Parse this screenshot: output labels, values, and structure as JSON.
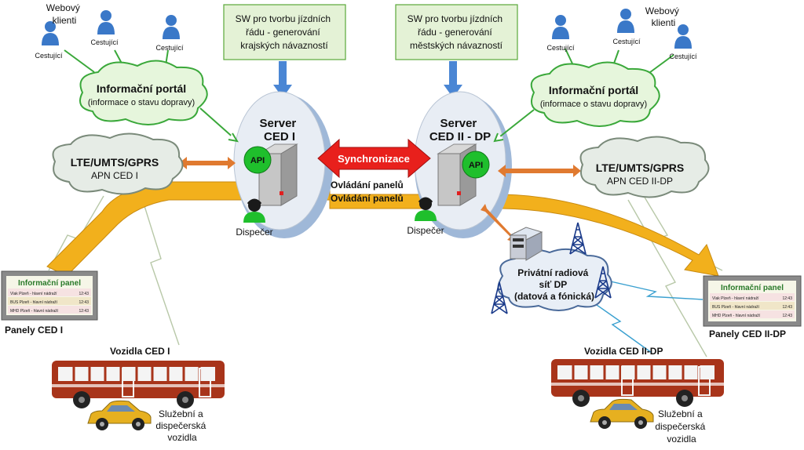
{
  "colors": {
    "box_fill": "#e4f2d6",
    "box_border": "#5aa83a",
    "cloud_green_fill": "#e6f6dc",
    "cloud_green_border": "#3aa83a",
    "cloud_gray_fill": "#e6ece6",
    "cloud_gray_border": "#7a8a7a",
    "server_ellipse": "#e8edf4",
    "server_shadow": "#9fb8d8",
    "blue_arrow": "#4a86d4",
    "orange_arrow": "#f2b01c",
    "sync_red": "#e8201c",
    "dblarrow": "#e07a30",
    "api": "#1fbf2c",
    "bus": "#a8341a",
    "person": "#3a78c8"
  },
  "left": {
    "sw_box": "SW pro tvorbu jízdních řádu - generování krajských návazností",
    "portal_title": "Informační portál",
    "portal_sub": "(informace o stavu dopravy)",
    "web_clients": "Webový klienti",
    "passenger": "Cestující",
    "lte_title": "LTE/UMTS/GPRS",
    "lte_sub": "APN CED I",
    "server_title_1": "Server",
    "server_title_2": "CED I",
    "api": "API",
    "dispatcher": "Dispečer",
    "panel_title": "Informační panel",
    "panel_rows": [
      {
        "text": "Vlak Plzeň - hlavní nádraží",
        "time": "12:43"
      },
      {
        "text": "BUS Plzeň - hlavní nádraží",
        "time": "12:43"
      },
      {
        "text": "MHD Plzeň - hlavní nádraží",
        "time": "12:43"
      }
    ],
    "panels_label": "Panely CED I",
    "vehicles_label": "Vozidla CED I",
    "service_line1": "Služební a",
    "service_line2": "dispečerská",
    "service_line3": "vozidla"
  },
  "right": {
    "sw_box": "SW pro tvorbu jízdních řádu - generování městských návazností",
    "portal_title": "Informační portál",
    "portal_sub": "(informace o stavu dopravy)",
    "web_clients": "Webový klienti",
    "passenger": "Cestující",
    "lte_title": "LTE/UMTS/GPRS",
    "lte_sub": "APN CED II-DP",
    "server_title_1": "Server",
    "server_title_2": "CED II - DP",
    "api": "API",
    "dispatcher": "Dispečer",
    "radio_line1": "Privátní radiová",
    "radio_line2": "síť DP",
    "radio_line3": "(datová a fónická)",
    "panel_title": "Informační panel",
    "panel_rows": [
      {
        "text": "Vlak Plzeň - hlavní nádraží",
        "time": "12:43"
      },
      {
        "text": "BUS Plzeň - hlavní nádraží",
        "time": "12:43"
      },
      {
        "text": "MHD Plzeň - hlavní nádraží",
        "time": "12:43"
      }
    ],
    "panels_label": "Panely CED II-DP",
    "vehicles_label": "Vozidla CED II-DP",
    "service_line1": "Služební a",
    "service_line2": "dispečerská",
    "service_line3": "vozidla"
  },
  "center": {
    "sync": "Synchronizace",
    "panel_control": "Ovládání panelů"
  }
}
